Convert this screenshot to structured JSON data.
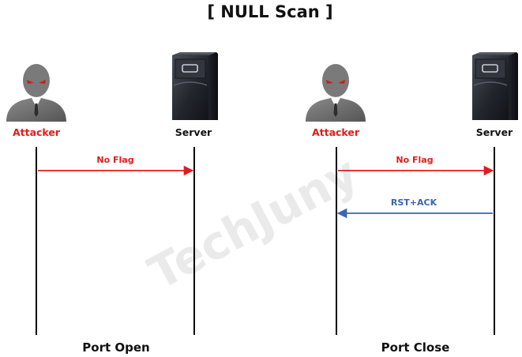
{
  "title": "[ NULL Scan ]",
  "watermark": "TechJuny",
  "panels": [
    {
      "attacker_label": "Attacker",
      "server_label": "Server",
      "messages": [
        {
          "label": "No Flag",
          "direction": "attacker-to-server",
          "color": "#e31b1b"
        }
      ],
      "caption": "Port Open"
    },
    {
      "attacker_label": "Attacker",
      "server_label": "Server",
      "messages": [
        {
          "label": "No Flag",
          "direction": "attacker-to-server",
          "color": "#e31b1b"
        },
        {
          "label": "RST+ACK",
          "direction": "server-to-attacker",
          "color": "#3a64b4"
        }
      ],
      "caption": "Port Close"
    }
  ],
  "colors": {
    "attacker_label": "#e31b1b",
    "request_arrow": "#e31b1b",
    "response_arrow": "#3a64b4",
    "lifeline": "#000000"
  },
  "icons": {
    "attacker": "hacker-silhouette-icon",
    "server": "server-tower-icon"
  }
}
